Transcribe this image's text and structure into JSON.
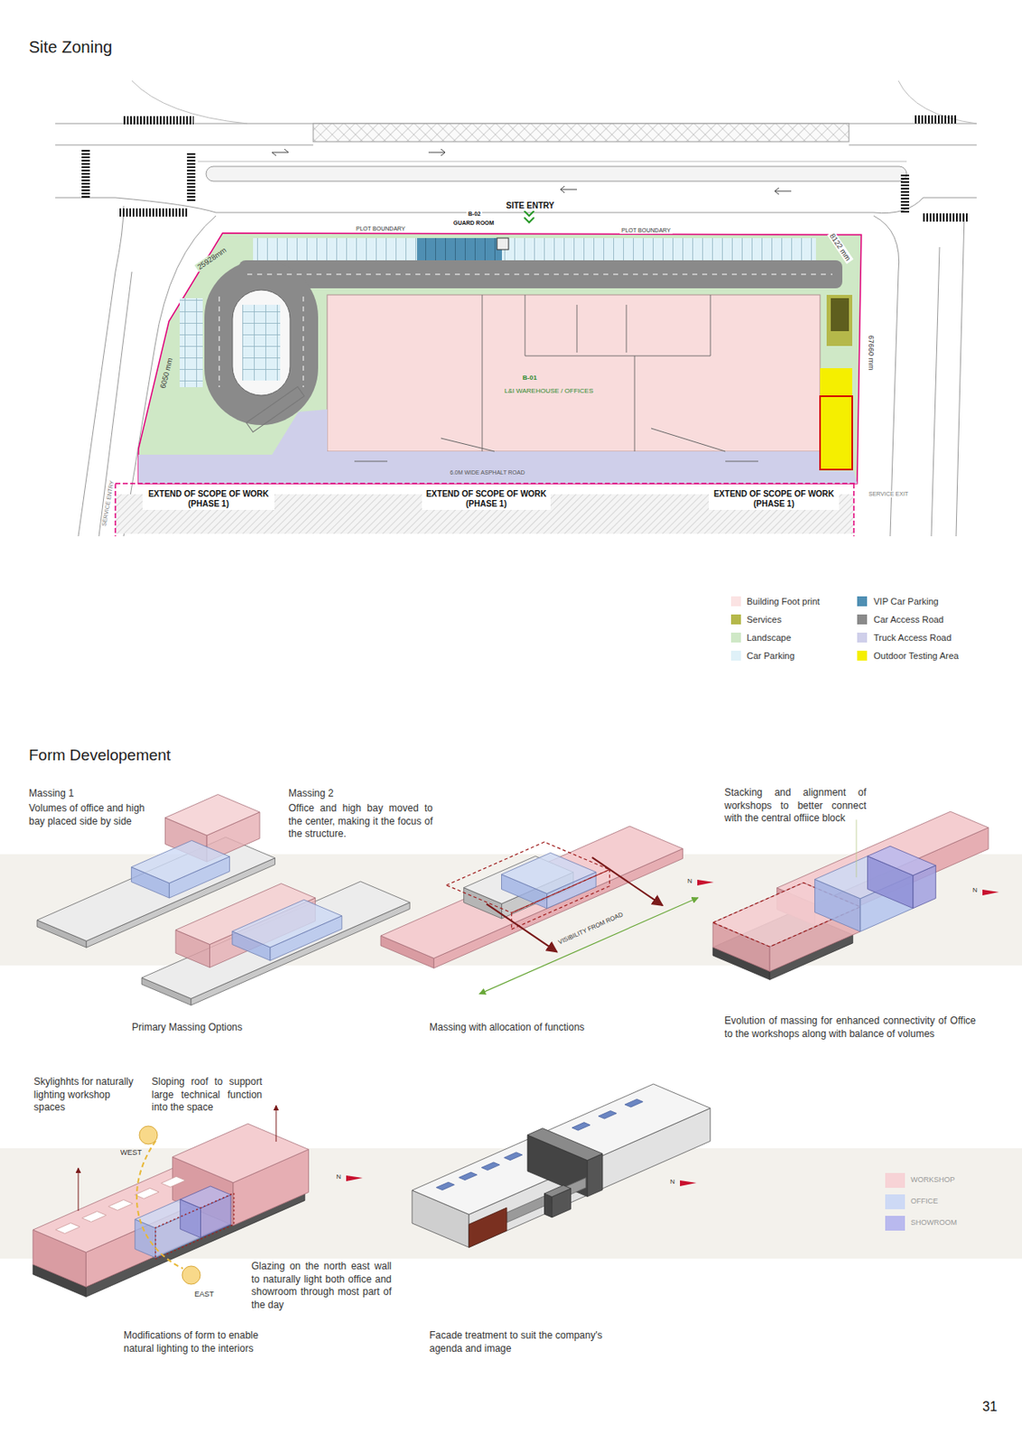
{
  "diagram": {
    "title": "Site Zoning",
    "nodes": [
      {
        "text": [
          "EXTEND OF SCOPE OF WORK (PHASE 1)"
        ]
      },
      {
        "text": [
          "EXTEND OF SCOPE OF WORK (PHASE 1)"
        ]
      },
      {
        "text": [
          "EXTEND OF SCOPE OF WORK (PHASE 1)"
        ]
      }
    ],
    "labels": [
      "SITE ENTRY",
      "B-02",
      "GUARD ROOM",
      "PLOT BOUNDARY",
      "PLOT BOUNDARY",
      "25928mm",
      "8122 mm",
      "6050 mm",
      "67660 mm",
      "B-01",
      "L&I WAREHOUSE / OFFICES",
      "6.0M WIDE ASPHALT ROAD",
      "SERVICE ENTRY",
      "SERVICE EXIT",
      "Form Developement",
      "Massing 1",
      "Volumes of office and high bay placed side by side",
      "Massing 2",
      "Office and high bay moved to the center, making it the focus of the structure.",
      "Stacking and alignment of workshops to better connect with the central offiice block",
      "N",
      "VISIBILITY FROM ROAD",
      "N",
      "Primary Massing Options",
      "Massing with allocation of functions",
      "Evolution of massing for enhanced connectivity of Office to the workshops along with balance of volumes",
      "Skylighhts for naturally lighting workshop spaces",
      "Sloping roof to support large technical function into the space",
      "WEST",
      "N",
      "EAST",
      "Glazing on the north east wall to naturally light both office and showroom through most part of the day",
      "N",
      "Modifications of form to enable natural lighting to the interiors",
      "Facade treatment to suit the company's agenda and image",
      "31"
    ],
    "legend": [
      {
        "text": "Building Foot print",
        "color": "#fbe3e3"
      },
      {
        "text": "Services",
        "color": "#b5b84a"
      },
      {
        "text": "Landscape",
        "color": "#cfe8c6"
      },
      {
        "text": "Car Parking",
        "color": "#dff1f8"
      },
      {
        "text": "VIP Car Parking",
        "color": "#4f8fb3"
      },
      {
        "text": "Car Access Road",
        "color": "#8a8a8a"
      },
      {
        "text": "Truck Access Road",
        "color": "#cfcfea"
      },
      {
        "text": "Outdoor Testing Area",
        "color": "#f5ef00"
      },
      {
        "text": "WORKSHOP",
        "color": "#f7d3d6"
      },
      {
        "text": "OFFICE",
        "color": "#cdd9f5"
      },
      {
        "text": "SHOWROOM",
        "color": "#b9b9ee"
      }
    ]
  }
}
